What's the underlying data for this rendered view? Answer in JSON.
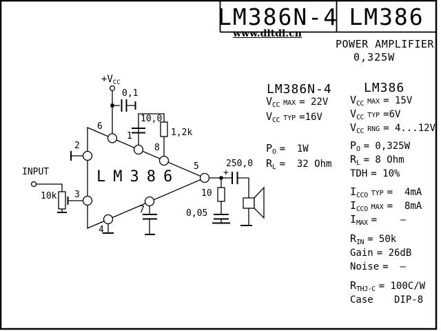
{
  "colors": {
    "ink": "#000000",
    "paper": "#ffffff"
  },
  "header": {
    "left_title": "LM386N-4",
    "right_title": "LM386",
    "watermark": "www.dltdl.cn",
    "subtitle_line1": "POWER AMPLIFIER",
    "subtitle_line2": "0,325W"
  },
  "schematic": {
    "chip_label": "LM386",
    "input_label": "INPUT",
    "vcc_label": {
      "main": "+V",
      "sub": "CC"
    },
    "pins": {
      "p1": "1",
      "p2": "2",
      "p3": "3",
      "p4": "4",
      "p5": "5",
      "p6": "6",
      "p7": "7",
      "p8": "8"
    },
    "components": {
      "c_supply": "0,1",
      "c_feedback": "10,0",
      "r_feedback": "1,2k",
      "pot_input": "10k",
      "c_output": "250,0",
      "c_output_polarity": "+",
      "r_zobel": "10",
      "c_zobel": "0,05"
    }
  },
  "specs": {
    "left": {
      "title": "LM386N-4",
      "rows": [
        {
          "b": "V",
          "s": "CC",
          "l": "MAX",
          "v": "= 22V"
        },
        {
          "b": "V",
          "s": "CC",
          "l": "TYP",
          "v": "=16V"
        },
        {
          "gap": "xl"
        },
        {
          "b": "P",
          "s": "O",
          "v": "=  1W"
        },
        {
          "b": "R",
          "s": "L",
          "v": "=  32 Ohm"
        }
      ]
    },
    "right": {
      "title": "LM386",
      "rows": [
        {
          "b": "V",
          "s": "CC",
          "l": "MAX",
          "v": "= 15V"
        },
        {
          "b": "V",
          "s": "CC",
          "l": "TYP",
          "v": "=6V"
        },
        {
          "b": "V",
          "s": "CC",
          "l": "RNG",
          "v": "= 4...12V"
        },
        {
          "gap": "s"
        },
        {
          "b": "P",
          "s": "O",
          "v": "= 0,325W"
        },
        {
          "b": "R",
          "s": "L",
          "v": "= 8 Ohm"
        },
        {
          "b": "TDH",
          "v": "= 10%"
        },
        {
          "gap": "m"
        },
        {
          "b": "I",
          "s": "CCO",
          "l": "TYP",
          "v": "=  4mA"
        },
        {
          "b": "I",
          "s": "CCO",
          "l": "MAX",
          "v": "=  8mA"
        },
        {
          "b": "I",
          "s": "MAX",
          "v": "=    –"
        },
        {
          "gap": "l"
        },
        {
          "b": "R",
          "s": "IN",
          "v": "= 50k"
        },
        {
          "b": "Gain",
          "v": "= 26dB"
        },
        {
          "b": "Noise",
          "v": "=  –"
        },
        {
          "gap": "l"
        },
        {
          "b": "R",
          "s": "THJ-C",
          "v": "= 100C/W"
        },
        {
          "b": "Case",
          "v": "   DIP-8"
        }
      ]
    }
  }
}
